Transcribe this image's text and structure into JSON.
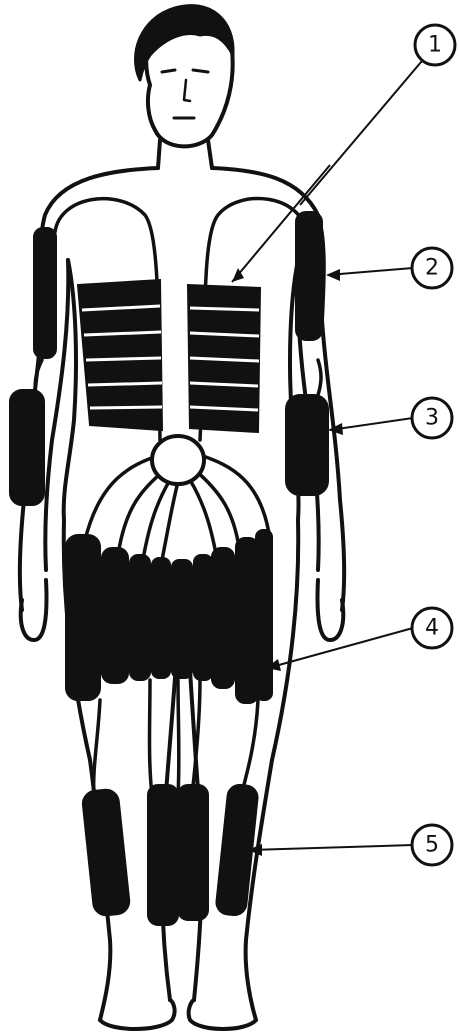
{
  "figure": {
    "callouts": [
      {
        "id": "c1",
        "label": "1"
      },
      {
        "id": "c2",
        "label": "2"
      },
      {
        "id": "c3",
        "label": "3"
      },
      {
        "id": "c4",
        "label": "4"
      },
      {
        "id": "c5",
        "label": "5"
      }
    ]
  },
  "colors": {
    "ink": "#111111",
    "paper": "#ffffff"
  }
}
